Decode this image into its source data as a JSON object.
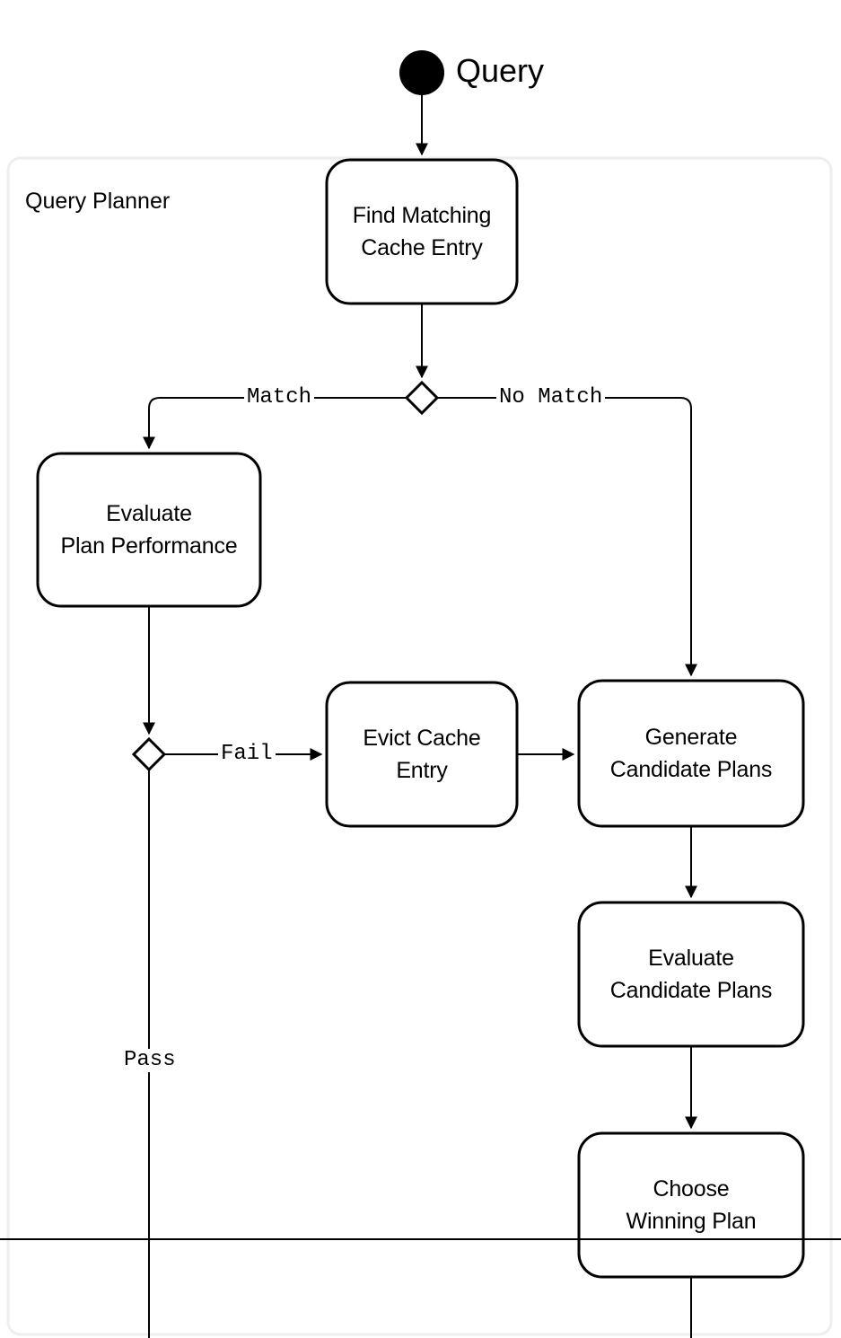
{
  "diagram": {
    "type": "flowchart",
    "title": "Query Planner",
    "start_node": {
      "name": "start-marker",
      "label": "Query"
    },
    "group": {
      "label": "Query Planner",
      "border_color": "#eeeeee"
    },
    "nodes": [
      {
        "id": "find-matching-cache-entry",
        "label": "Find Matching\nCache Entry"
      },
      {
        "id": "evaluate-plan-performance",
        "label": "Evaluate\nPlan Performance"
      },
      {
        "id": "evict-cache-entry",
        "label": "Evict Cache\nEntry"
      },
      {
        "id": "generate-candidate-plans",
        "label": "Generate\nCandidate Plans"
      },
      {
        "id": "evaluate-candidate-plans",
        "label": "Evaluate\nCandidate Plans"
      },
      {
        "id": "choose-winning-plan",
        "label": "Choose\nWinning Plan"
      }
    ],
    "decisions": [
      {
        "id": "cache-match-decision"
      },
      {
        "id": "plan-performance-decision"
      }
    ],
    "edge_labels": [
      {
        "id": "edge-label-match",
        "label": "Match"
      },
      {
        "id": "edge-label-no-match",
        "label": "No Match"
      },
      {
        "id": "edge-label-fail",
        "label": "Fail"
      },
      {
        "id": "edge-label-pass",
        "label": "Pass"
      }
    ],
    "colors": {
      "stroke": "#000000",
      "fill": "#ffffff",
      "group_border": "#eeeeee",
      "background": "#ffffff"
    }
  }
}
